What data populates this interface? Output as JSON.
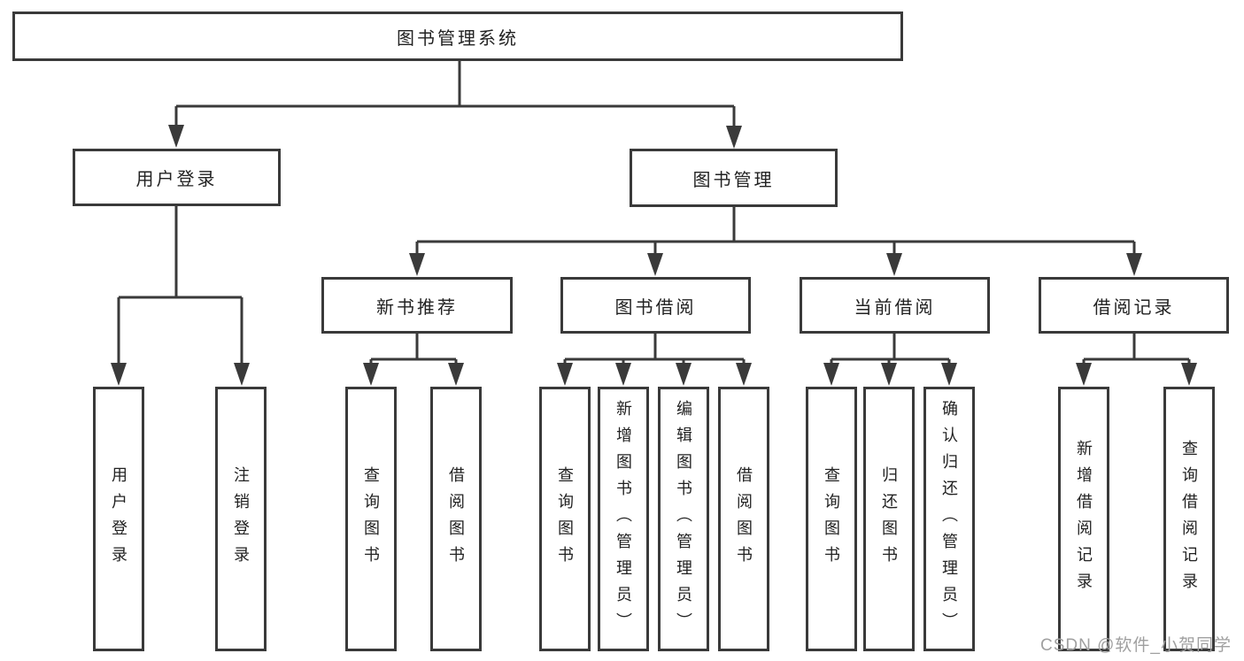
{
  "tree": {
    "root": "图书管理系统",
    "branches": [
      {
        "label": "用户登录",
        "children": [
          "用户登录",
          "注销登录"
        ]
      },
      {
        "label": "图书管理",
        "sections": [
          {
            "label": "新书推荐",
            "children": [
              "查询图书",
              "借阅图书"
            ]
          },
          {
            "label": "图书借阅",
            "children": [
              "查询图书",
              "新增图书（管理员）",
              "编辑图书（管理员）",
              "借阅图书"
            ]
          },
          {
            "label": "当前借阅",
            "children": [
              "查询图书",
              "归还图书",
              "确认归还（管理员）"
            ]
          },
          {
            "label": "借阅记录",
            "children": [
              "新增借阅记录",
              "查询借阅记录"
            ]
          }
        ]
      }
    ]
  },
  "watermark": {
    "text": "CSDN @软件_小贺同学"
  },
  "colors": {
    "line": "#3a3a3a",
    "box_border": "#3a3a3a",
    "text": "#222222",
    "watermark": "#a0a0a0",
    "background": "#ffffff"
  }
}
